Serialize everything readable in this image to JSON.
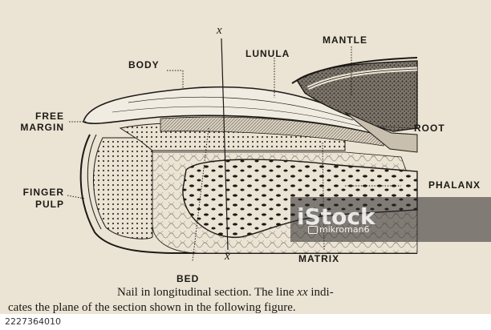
{
  "labels": {
    "body": "BODY",
    "lunula": "LUNULA",
    "mantle": "MANTLE",
    "free_margin_1": "FREE",
    "free_margin_2": "MARGIN",
    "root": "ROOT",
    "finger_pulp_1": "FINGER",
    "finger_pulp_2": "PULP",
    "phalanx": "PHALANX",
    "matrix": "MATRIX",
    "bed": "BED",
    "x_top": "x",
    "x_bottom": "x"
  },
  "caption": {
    "line1_a": "Nail in longitudinal section.  The line ",
    "line1_xx": "xx",
    "line1_b": " indi-",
    "line2": "cates the plane of the section shown in the following figure."
  },
  "watermark": {
    "logo": "iStock",
    "credit": "mikroman6"
  },
  "footer": {
    "id": "2227364010"
  }
}
